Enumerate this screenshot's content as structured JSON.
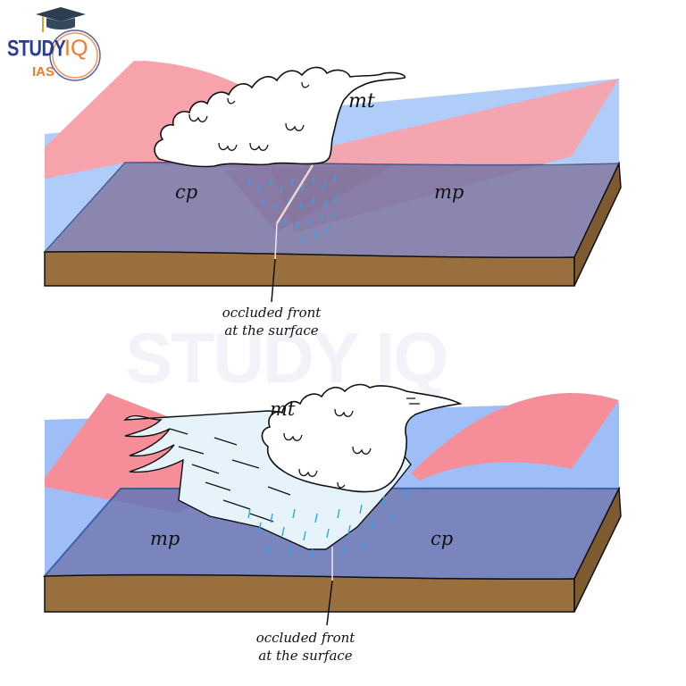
{
  "logo": {
    "brand_main": "STUDY",
    "brand_accent": "IQ",
    "brand_sub": "IAS",
    "icon": "graduation-cap-icon"
  },
  "watermark": {
    "text": "STUDY IQ"
  },
  "colors": {
    "warm_air": "#f7a3ac",
    "cold_air_upper": "#b0cdfa",
    "surface_air": "#8782ad",
    "ground": "#9a6f3e",
    "rain": "#2aa8e8",
    "cloud_fill": "#ffffff",
    "outline": "#111111",
    "brand_blue": "#2b3d8f",
    "brand_orange": "#f07b2e"
  },
  "diagrams": [
    {
      "id": "top",
      "labels": {
        "upper_air": "mt",
        "left_air": "cp",
        "right_air": "mp"
      },
      "caption_line1": "occluded front",
      "caption_line2": "at the surface"
    },
    {
      "id": "bottom",
      "labels": {
        "upper_air": "mt",
        "left_air": "mp",
        "right_air": "cp"
      },
      "caption_line1": "occluded front",
      "caption_line2": "at the surface"
    }
  ]
}
